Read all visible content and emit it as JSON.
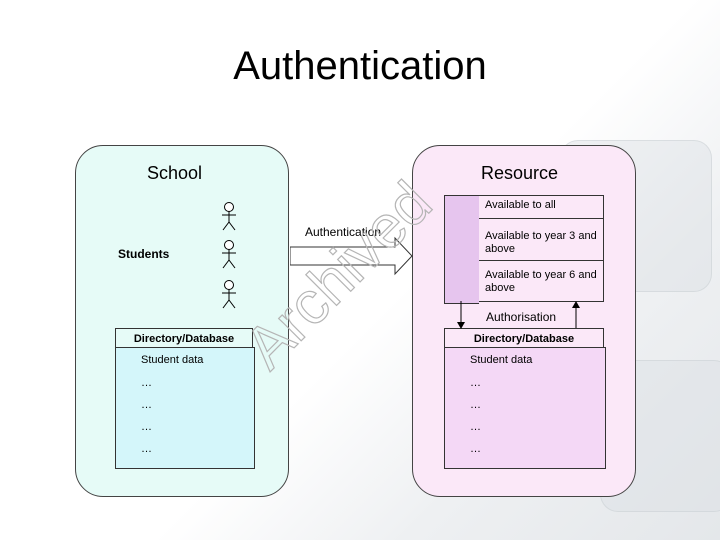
{
  "title": "Authentication",
  "watermark": "Archived",
  "school": {
    "title": "School",
    "students_label": "Students",
    "directory": {
      "header": "Directory/Database",
      "rows": [
        "Student data",
        "…",
        "…",
        "…",
        "…"
      ]
    }
  },
  "resource": {
    "title": "Resource",
    "items": [
      "Available to all",
      "Available to year 3 and above",
      "Available to year 6 and above"
    ],
    "directory": {
      "header": "Directory/Database",
      "rows": [
        "Student data",
        "…",
        "…",
        "…",
        "…"
      ]
    }
  },
  "arrows": {
    "authentication": "Authentication",
    "authorisation": "Authorisation"
  }
}
